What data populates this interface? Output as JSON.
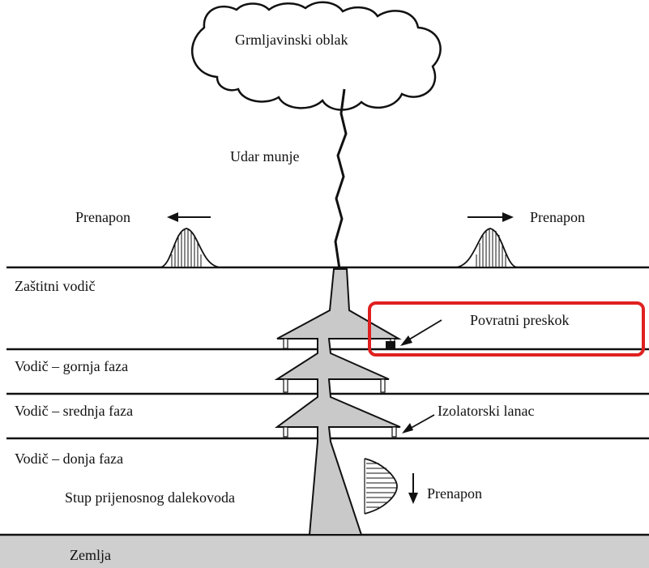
{
  "labels": {
    "cloud": "Grmljavinski oblak",
    "lightning": "Udar munje",
    "overvoltage_left": "Prenapon",
    "overvoltage_right": "Prenapon",
    "overvoltage_tower": "Prenapon",
    "shield_wire": "Zaštitni vodič",
    "upper_phase": "Vodič – gornja faza",
    "middle_phase": "Vodič – srednja faza",
    "lower_phase": "Vodič – donja faza",
    "back_flashover": "Povratni preskok",
    "insulator_string": "Izolatorski lanac",
    "tower": "Stup prijenosnog dalekovoda",
    "ground": "Zemlja"
  },
  "colors": {
    "ink": "#111111",
    "tower_fill": "#c9c9c9",
    "ground_fill": "#cfcfcf",
    "highlight": "#e02020"
  }
}
